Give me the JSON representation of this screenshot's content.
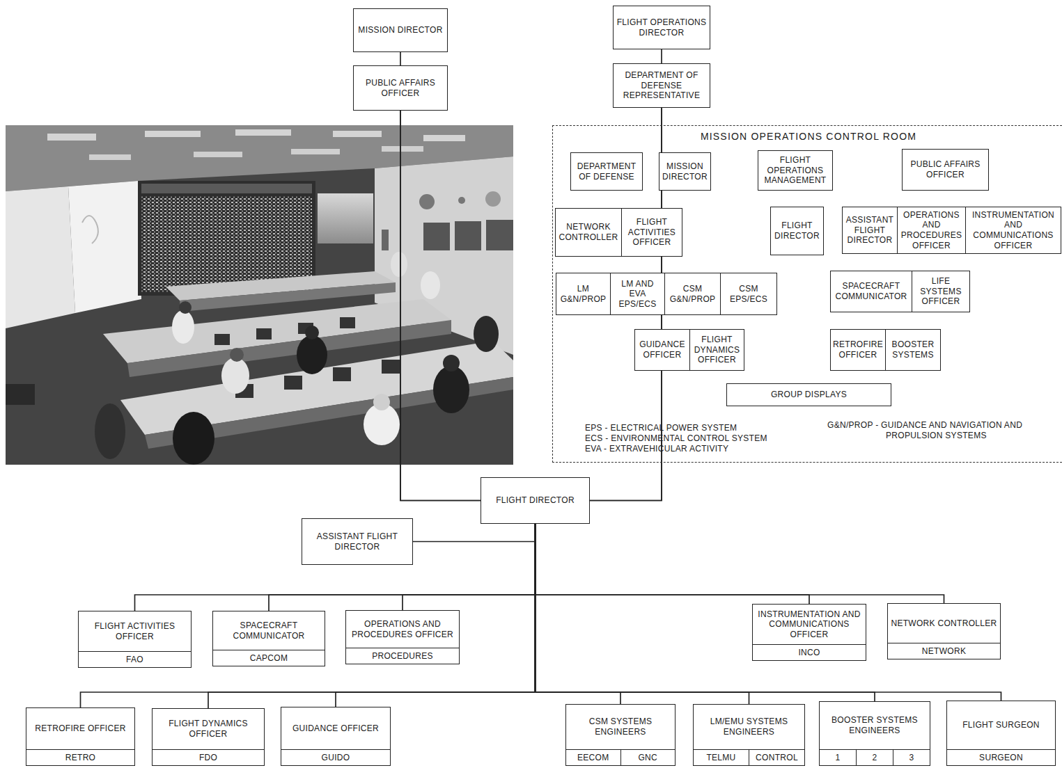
{
  "diagram": {
    "nodes": [
      {
        "text": [
          "MISSION DIRECTOR"
        ]
      },
      {
        "text": [
          "FLIGHT OPERATIONS DIRECTOR"
        ]
      },
      {
        "text": [
          "PUBLIC AFFAIRS OFFICER"
        ]
      },
      {
        "text": [
          "DEPARTMENT OF DEFENSE REPRESENTATIVE"
        ]
      },
      {
        "text": [
          "MISSION OPERATIONS CONTROL ROOM"
        ]
      },
      {
        "text": [
          "DEPARTMENT OF DEFENSE"
        ],
        "in": 4
      },
      {
        "text": [
          "MISSION DIRECTOR"
        ],
        "in": 4
      },
      {
        "text": [
          "FLIGHT OPERATIONS MANAGEMENT"
        ],
        "in": 4
      },
      {
        "text": [
          "PUBLIC AFFAIRS OFFICER"
        ],
        "in": 4
      },
      {
        "text": [
          "NETWORK CONTROLLER"
        ],
        "in": 4
      },
      {
        "text": [
          "FLIGHT ACTIVITIES OFFICER"
        ],
        "in": 4
      },
      {
        "text": [
          "FLIGHT DIRECTOR"
        ],
        "in": 4
      },
      {
        "text": [
          "ASSISTANT FLIGHT DIRECTOR"
        ],
        "in": 4
      },
      {
        "text": [
          "OPERATIONS AND PROCEDURES OFFICER"
        ],
        "in": 4
      },
      {
        "text": [
          "INSTRUMENTATION AND COMMUNICATIONS OFFICER"
        ],
        "in": 4
      },
      {
        "text": [
          "LM G&N/PROP"
        ],
        "in": 4
      },
      {
        "text": [
          "LM AND EVA EPS/ECS"
        ],
        "in": 4
      },
      {
        "text": [
          "CSM G&N/PROP"
        ],
        "in": 4
      },
      {
        "text": [
          "CSM EPS/ECS"
        ],
        "in": 4
      },
      {
        "text": [
          "SPACECRAFT COMMUNICATOR"
        ],
        "in": 4
      },
      {
        "text": [
          "LIFE SYSTEMS OFFICER"
        ],
        "in": 4
      },
      {
        "text": [
          "GUIDANCE OFFICER"
        ],
        "in": 4
      },
      {
        "text": [
          "FLIGHT DYNAMICS OFFICER"
        ],
        "in": 4
      },
      {
        "text": [
          "RETROFIRE OFFICER"
        ],
        "in": 4
      },
      {
        "text": [
          "BOOSTER SYSTEMS"
        ],
        "in": 4
      },
      {
        "text": [
          "GROUP DISPLAYS"
        ],
        "in": 4
      },
      {
        "text": [
          "FLIGHT DIRECTOR"
        ]
      },
      {
        "text": [
          "ASSISTANT FLIGHT DIRECTOR"
        ]
      },
      {
        "text": [
          "FLIGHT ACTIVITIES OFFICER",
          "FAO"
        ]
      },
      {
        "text": [
          "SPACECRAFT COMMUNICATOR",
          "CAPCOM"
        ]
      },
      {
        "text": [
          "OPERATIONS AND PROCEDURES OFFICER",
          "PROCEDURES"
        ]
      },
      {
        "text": [
          "INSTRUMENTATION AND COMMUNICATIONS OFFICER",
          "INCO"
        ]
      },
      {
        "text": [
          "NETWORK CONTROLLER",
          "NETWORK"
        ]
      },
      {
        "text": [
          "RETROFIRE OFFICER",
          "RETRO"
        ]
      },
      {
        "text": [
          "FLIGHT DYNAMICS OFFICER",
          "FDO"
        ]
      },
      {
        "text": [
          "GUIDANCE OFFICER",
          "GUIDO"
        ]
      },
      {
        "text": [
          "CSM SYSTEMS ENGINEERS",
          "EECOM",
          "GNC"
        ]
      },
      {
        "text": [
          "LM/EMU SYSTEMS ENGINEERS",
          "TELMU",
          "CONTROL"
        ]
      },
      {
        "text": [
          "BOOSTER SYSTEMS ENGINEERS",
          "1",
          "2",
          "3"
        ]
      },
      {
        "text": [
          "FLIGHT SURGEON",
          "SURGEON"
        ]
      }
    ],
    "edges": [
      {
        "from": 0,
        "to": 26,
        "arrow": "none"
      },
      {
        "from": 1,
        "to": 26,
        "arrow": "none"
      },
      {
        "from": 2,
        "to": 26,
        "arrow": "none"
      },
      {
        "from": 3,
        "to": 26,
        "arrow": "none"
      },
      {
        "from": 26,
        "to": 27,
        "arrow": "none"
      },
      {
        "from": 26,
        "to": 28,
        "arrow": "none"
      },
      {
        "from": 26,
        "to": 29,
        "arrow": "none"
      },
      {
        "from": 26,
        "to": 30,
        "arrow": "none"
      },
      {
        "from": 26,
        "to": 31,
        "arrow": "none"
      },
      {
        "from": 26,
        "to": 32,
        "arrow": "none"
      },
      {
        "from": 26,
        "to": 33,
        "arrow": "none"
      },
      {
        "from": 26,
        "to": 34,
        "arrow": "none"
      },
      {
        "from": 26,
        "to": 35,
        "arrow": "none"
      },
      {
        "from": 26,
        "to": 36,
        "arrow": "none"
      },
      {
        "from": 26,
        "to": 37,
        "arrow": "none"
      },
      {
        "from": 26,
        "to": 38,
        "arrow": "none"
      },
      {
        "from": 26,
        "to": 39,
        "arrow": "none"
      }
    ],
    "labels": [
      "EPS - ELECTRICAL POWER SYSTEM",
      "ECS - ENVIRONMENTAL CONTROL SYSTEM",
      "EVA - EXTRAVEHICULAR ACTIVITY",
      "G&N/PROP - GUIDANCE AND NAVIGATION AND PROPULSION SYSTEMS"
    ]
  }
}
